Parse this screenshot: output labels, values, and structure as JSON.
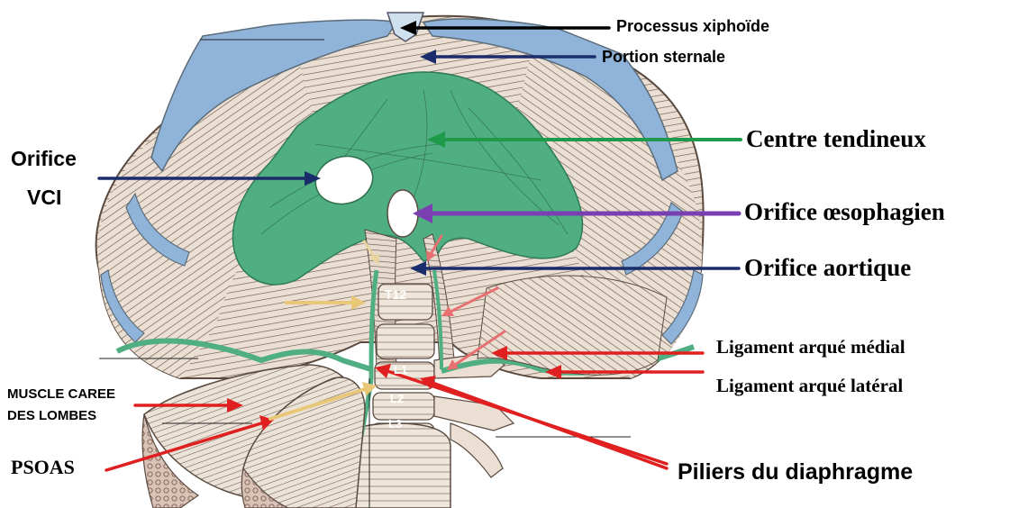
{
  "labels": {
    "processus_xiphoide": "Processus xiphoïde",
    "portion_sternale": "Portion sternale",
    "centre_tendineux": "Centre tendineux",
    "orifice_vci_line1": "Orifice",
    "orifice_vci_line2": "VCI",
    "orifice_oesophagien": "Orifice œsophagien",
    "orifice_aortique": "Orifice aortique",
    "ligament_arque_medial": "Ligament arqué médial",
    "ligament_arque_lateral": "Ligament arqué latéral",
    "muscle_caree_line1": "MUSCLE CAREE",
    "muscle_caree_line2": "DES LOMBES",
    "psoas": "PSOAS",
    "piliers": "Piliers du diaphragme"
  },
  "vertebrae": {
    "t12": "T12",
    "l1": "L1",
    "l2": "L2",
    "l3": "L3"
  },
  "colors": {
    "tendon_green": "#4fae82",
    "cartilage_blue": "#8fb3d9",
    "muscle_beige": "#e8dccd",
    "muscle_fiber": "#6b5a4e",
    "arrow_black": "#000000",
    "arrow_navy": "#1a2c6b",
    "arrow_green": "#1e9a4a",
    "arrow_purple": "#7a3fb0",
    "arrow_red": "#e02020",
    "arrow_yellow": "#e8c878",
    "arrow_pink": "#e87070"
  }
}
